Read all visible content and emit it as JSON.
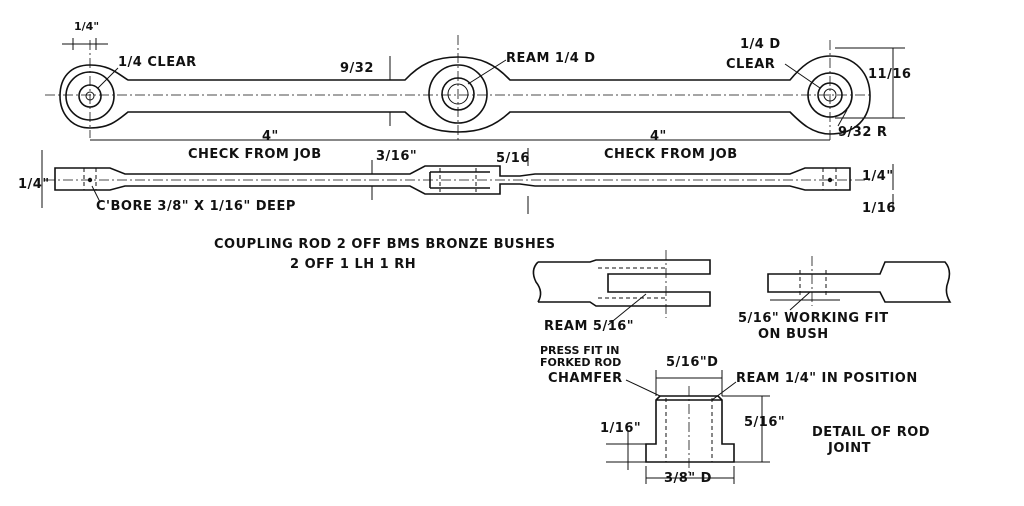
{
  "drawing": {
    "top_view": {
      "dim_left_boss": "1/4\"",
      "left_hole": "1/4 CLEAR",
      "web_depth": "9/32",
      "center_hole": "REAM 1/4 D",
      "right_hole_top": "1/4 D",
      "right_hole_bottom": "CLEAR",
      "height": "11/16",
      "radius": "9/32 R",
      "left_span": "4\"",
      "right_span": "4\"",
      "check_left": "CHECK FROM JOB",
      "check_right": "CHECK FROM JOB"
    },
    "side_view": {
      "left_thickness": "1/4\"",
      "web": "3/16\"",
      "fork": "5/16",
      "right_thickness": "1/4\"",
      "right_step": "1/16",
      "counterbore": "C'BORE  3/8\" X 1/16\" DEEP"
    },
    "title": {
      "line1": "COUPLING ROD  2 OFF  BMS BRONZE BUSHES",
      "line2": "2 OFF  1 LH  1 RH"
    },
    "fork_detail": {
      "ream": "REAM 5/16\""
    },
    "tongue_detail": {
      "line1": "5/16\" WORKING FIT",
      "line2": "ON BUSH"
    },
    "bush_detail": {
      "press_fit_line1": "PRESS FIT IN",
      "press_fit_line2": "FORKED ROD",
      "top_dia": "5/16\"D",
      "chamfer": "CHAMFER",
      "ream": "REAM 1/4\" IN POSITION",
      "flange": "1/16\"",
      "height": "5/16\"",
      "bottom_dia": "3/8\" D",
      "caption_line1": "DETAIL OF ROD",
      "caption_line2": "JOINT"
    }
  }
}
